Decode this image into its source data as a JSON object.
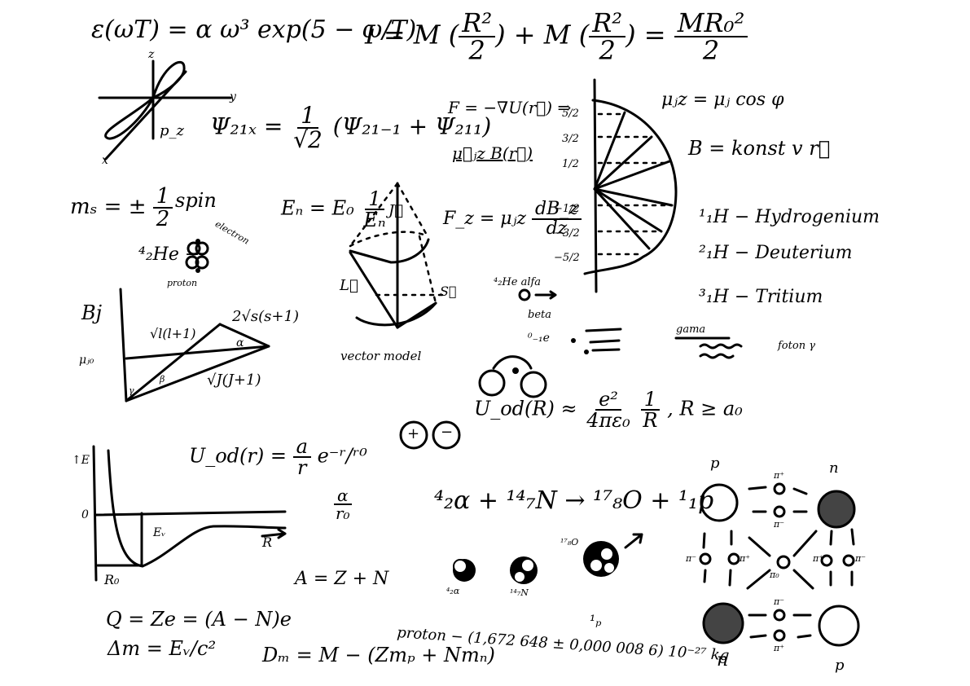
{
  "formulas": {
    "planck": "ε(ωT) = α ω³ exp(5 − ω/T)",
    "inertia_lhs": "I = M",
    "inertia_frac1_num": "R²",
    "inertia_frac1_den": "2",
    "inertia_mid": "+ M",
    "inertia_frac2_num": "R²",
    "inertia_frac2_den": "2",
    "inertia_eq": "=",
    "inertia_rhs_num": "MR₀²",
    "inertia_rhs_den": "2",
    "psi_lhs": "Ψ₂₁ₓ =",
    "psi_frac_num": "1",
    "psi_frac_den": "√2",
    "psi_rhs": "(Ψ₂₁₋₁ + Ψ₂₁₁)",
    "force": "F = −∇U(r⃗) ⇒",
    "force2": "μ⃗ⱼz B(r⃗)",
    "mu_jz": "μⱼz = μⱼ cos φ",
    "b_const": "B = konst v r⃗",
    "ms_lhs": "mₛ = ±",
    "ms_num": "1",
    "ms_den": "2",
    "spin": "spin",
    "energy_lhs": "Eₙ = E₀",
    "energy_num": "1",
    "energy_den": "Eₙ",
    "fz_lhs": "F_z = μⱼz",
    "fz_num": "dB_z",
    "fz_den": "dz",
    "coulomb_lhs": "U_od(R) ≈",
    "coulomb_num": "e²",
    "coulomb_den": "4πε₀",
    "coulomb_num2": "1",
    "coulomb_den2": "R",
    "coulomb_cond": ", R ≥ a₀",
    "yukawa_lhs": "U_od(r) =",
    "yukawa_num": "a",
    "yukawa_den": "r",
    "yukawa_exp": "e⁻ʳ/ʳ⁰",
    "alpha_num": "α",
    "alpha_den": "r₀",
    "mass_number": "A = Z + N",
    "charge": "Q = Ze = (A − N)e",
    "mass_defect": "Δm = Eᵥ/c²",
    "dm": "Dₘ = M − (Zmₚ + Nmₙ)",
    "proton_mass": "proton − (1,672 648 ± 0,000 008 6) 10⁻²⁷ kg",
    "proton_symbol": "¹ₚ",
    "reaction": "⁴₂α + ¹⁴₇N → ¹⁷₈O + ¹₁p"
  },
  "labels": {
    "orbital_axis_z": "z",
    "orbital_axis_y": "y",
    "orbital_axis_x": "x",
    "orbital_name": "p_z",
    "helium": "⁴₂He −",
    "electron": "electron",
    "proton": "proton",
    "vector_model": "vector model",
    "vec_j": "J⃗",
    "vec_l": "L⃗",
    "vec_s": "S⃗",
    "bj": "Bj",
    "mu_j0": "μⱼ₀",
    "sqrt_ll1": "√l(l+1)",
    "sqrt_ss1": "2√s(s+1)",
    "sqrt_jj1": "√J(J+1)",
    "angle_alpha": "α",
    "angle_beta": "β",
    "angle_gamma": "γ",
    "proj_levels": [
      "5/2",
      "3/2",
      "1/2",
      "−1/2",
      "−3/2",
      "−5/2"
    ],
    "hydrogen": "¹₁H − Hydrogenium",
    "deuterium": "²₁H − Deuterium",
    "tritium": "³₁H − Tritium",
    "alpha_decay": "⁴₂He  alfa",
    "beta_decay": "beta",
    "beta_particle": "⁰₋₁e",
    "gamma": "gama",
    "photon": "foton γ",
    "plus": "+",
    "minus": "−",
    "potential_axis_e": "↑E",
    "potential_zero": "0",
    "potential_ev": "Eᵥ",
    "potential_r": "R",
    "potential_r0": "R₀",
    "nucleus_alpha": "⁴₂α",
    "nucleus_n": "¹⁴₇N",
    "nucleus_o": "¹⁷₈O",
    "pion_p_top": "p",
    "pion_n_top": "n",
    "pion_n_bottom": "n",
    "pion_p_bottom": "p",
    "pi_plus": "π⁺",
    "pi_minus": "π⁻",
    "pi_zero": "π₀"
  }
}
